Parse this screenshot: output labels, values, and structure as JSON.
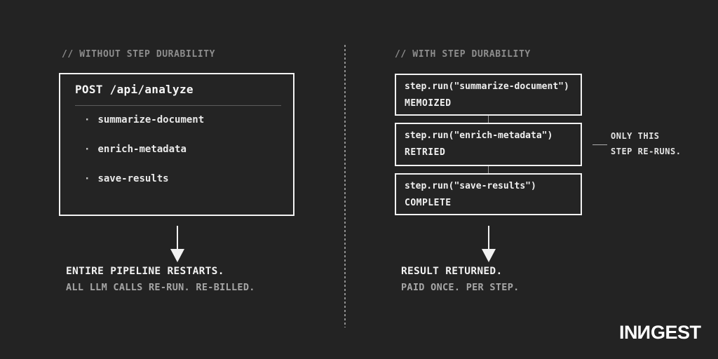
{
  "colors": {
    "background": "#232323",
    "box_border": "#f2f2f2",
    "text_primary": "#f2f2f2",
    "text_muted": "#8d8d8d",
    "text_secondary": "#a6a6a6"
  },
  "left_panel": {
    "header": "// WITHOUT STEP DURABILITY",
    "box": {
      "title": "POST /api/analyze",
      "bullet": "·",
      "items": [
        "summarize-document",
        "enrich-metadata",
        "save-results"
      ]
    },
    "caption": {
      "line1": "ENTIRE PIPELINE RESTARTS.",
      "line2": "ALL LLM CALLS RE-RUN. RE-BILLED."
    }
  },
  "right_panel": {
    "header": "// WITH STEP DURABILITY",
    "steps": [
      {
        "code": "step.run(\"summarize-document\")",
        "status": "MEMOIZED"
      },
      {
        "code": "step.run(\"enrich-metadata\")",
        "status": "RETRIED"
      },
      {
        "code": "step.run(\"save-results\")",
        "status": "COMPLETE"
      }
    ],
    "annotation": {
      "line1": "ONLY THIS",
      "line2": "STEP RE-RUNS."
    },
    "caption": {
      "line1": "RESULT RETURNED.",
      "line2": "PAID ONCE. PER STEP."
    }
  },
  "logo": {
    "part1": "IN",
    "part2_mirrored_n": "N",
    "part3": "GEST"
  }
}
